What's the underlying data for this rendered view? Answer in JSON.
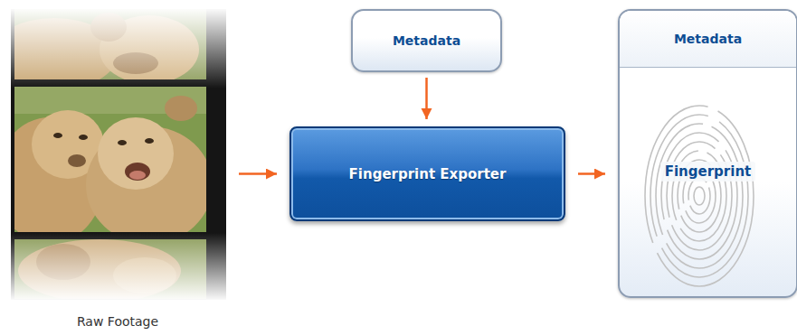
{
  "diagram": {
    "nodes": [
      {
        "text": [
          "Raw Footage"
        ]
      },
      {
        "text": [
          "Metadata"
        ]
      },
      {
        "text": [
          "Fingerprint Exporter"
        ]
      },
      {
        "text": [
          "Metadata",
          "Fingerprint"
        ]
      }
    ],
    "edges": [
      {
        "from": 0,
        "to": 2,
        "arrow": "to"
      },
      {
        "from": 1,
        "to": 2,
        "arrow": "to"
      },
      {
        "from": 2,
        "to": 3,
        "arrow": "to"
      }
    ]
  }
}
